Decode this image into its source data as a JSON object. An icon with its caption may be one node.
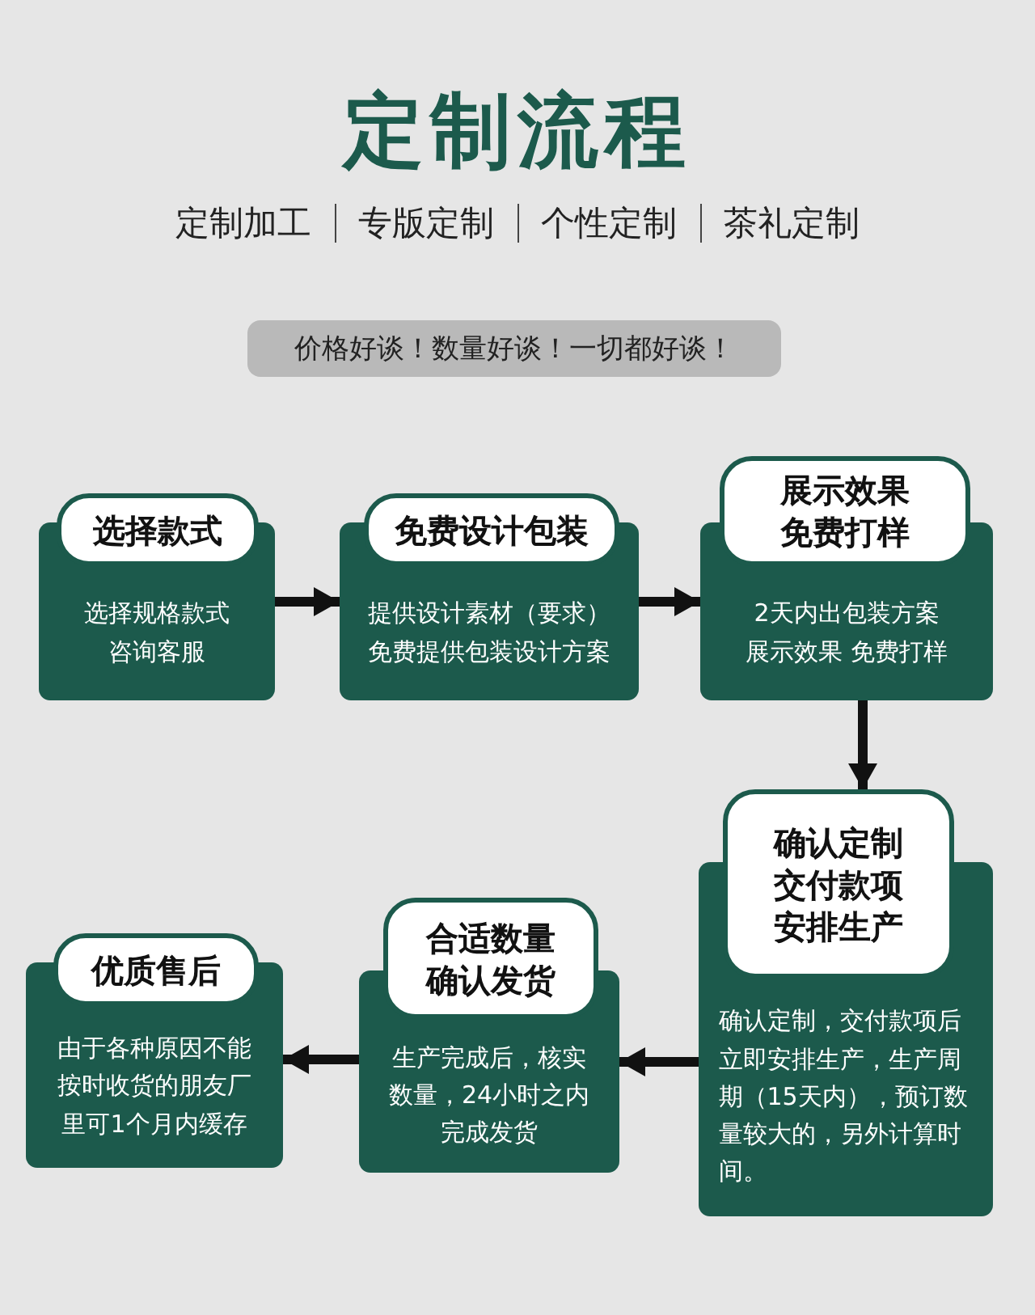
{
  "diagram": {
    "title": "定制流程",
    "nodes": [
      {
        "text": [
          "价格好谈！数量好谈！一切都好谈！"
        ]
      },
      {
        "text": [
          "选择款式",
          "选择规格款式咨询客服"
        ]
      },
      {
        "text": [
          "免费设计包装",
          "提供设计素材（要求）免费提供包装设计方案"
        ]
      },
      {
        "text": [
          "展示效果免费打样",
          "2天内出包装方案展示效果 免费打样"
        ]
      },
      {
        "text": [
          "确认定制交付款项安排生产",
          "确认定制，交付款项后立即安排生产，生产周期（15天内），预订数量较大的，另外计算时间。"
        ]
      },
      {
        "text": [
          "合适数量确认发货",
          "生产完成后，核实数量，24小时之内完成发货"
        ]
      },
      {
        "text": [
          "优质售后",
          "由于各种原因不能按时收货的朋友厂里可1个月内缓存"
        ]
      }
    ],
    "edges": [
      {
        "from": 1,
        "to": 2,
        "arrow": "to"
      },
      {
        "from": 2,
        "to": 3,
        "arrow": "to"
      },
      {
        "from": 3,
        "to": 4,
        "arrow": "to"
      },
      {
        "from": 4,
        "to": 5,
        "arrow": "to"
      },
      {
        "from": 5,
        "to": 6,
        "arrow": "to"
      }
    ],
    "labels": [
      "定制加工",
      "专版定制",
      "个性定制",
      "茶礼定制"
    ]
  }
}
